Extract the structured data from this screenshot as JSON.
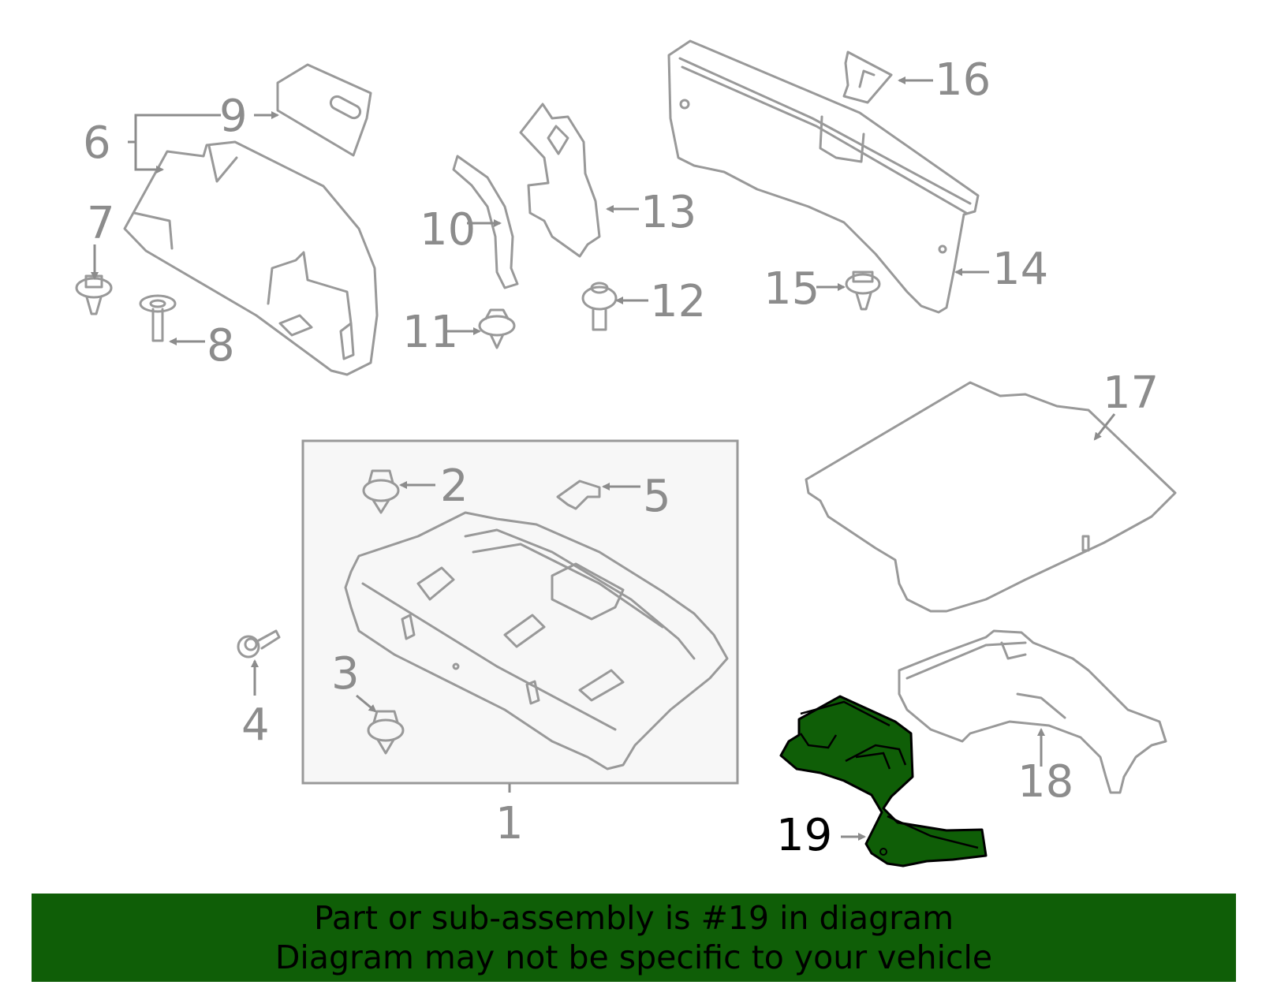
{
  "callouts": {
    "c1": "1",
    "c2": "2",
    "c3": "3",
    "c4": "4",
    "c5": "5",
    "c6": "6",
    "c7": "7",
    "c8": "8",
    "c9": "9",
    "c10": "10",
    "c11": "11",
    "c12": "12",
    "c13": "13",
    "c14": "14",
    "c15": "15",
    "c16": "16",
    "c17": "17",
    "c18": "18",
    "c19": "19"
  },
  "highlighted_part": "19",
  "colors": {
    "highlight": "#0f5e07",
    "parts": "#999999",
    "box_fill": "#f7f7f7"
  },
  "banner": {
    "line1": "Part or sub-assembly is #19 in diagram",
    "line2": "Diagram may not be specific to your vehicle"
  }
}
